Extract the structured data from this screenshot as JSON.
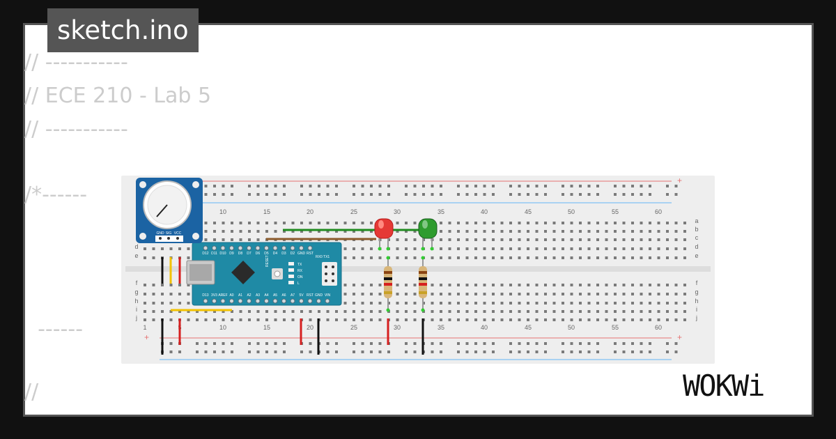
{
  "tab": {
    "title": "sketch.ino"
  },
  "code_lines": [
    "// -----------",
    "// ECE 210 - Lab 5",
    "// -----------",
    "/*------",
    "  ------",
    "//"
  ],
  "breadboard": {
    "column_numbers": [
      "1",
      "5",
      "10",
      "15",
      "20",
      "25",
      "30",
      "35",
      "40",
      "45",
      "50",
      "55",
      "60"
    ],
    "row_letters_top": [
      "a",
      "b",
      "c",
      "d",
      "e"
    ],
    "row_letters_bottom": [
      "f",
      "g",
      "h",
      "i",
      "j"
    ],
    "rail_plus": "+",
    "rail_minus": "-"
  },
  "potentiometer": {
    "pins": [
      "GND",
      "SIG",
      "VCC"
    ]
  },
  "arduino": {
    "top_pins": [
      "D12",
      "D11",
      "D10",
      "D9",
      "D8",
      "D7",
      "D6",
      "D5",
      "D4",
      "D3",
      "D2",
      "GND",
      "RST"
    ],
    "bottom_pins": [
      "D13",
      "3V3",
      "AREF",
      "A0",
      "A1",
      "A2",
      "A3",
      "A4",
      "A5",
      "A6",
      "A7",
      "5V",
      "RST",
      "GND",
      "VIN"
    ],
    "labels": {
      "rx0tx1": "RX0 TX1",
      "reset": "RESET",
      "tx": "TX",
      "rx": "RX",
      "on": "ON",
      "l": "L"
    }
  },
  "leds": [
    {
      "name": "red-led",
      "color": "#e53935"
    },
    {
      "name": "green-led",
      "color": "#2e9c2e"
    }
  ],
  "logo": {
    "text": "WOKWi"
  },
  "colors": {
    "background": "#111111",
    "page": "#ffffff",
    "tab": "#555555",
    "code_text": "#cccccc",
    "arduino": "#1f8aa5",
    "pot": "#1b63a3",
    "breadboard": "#eeeeee"
  }
}
